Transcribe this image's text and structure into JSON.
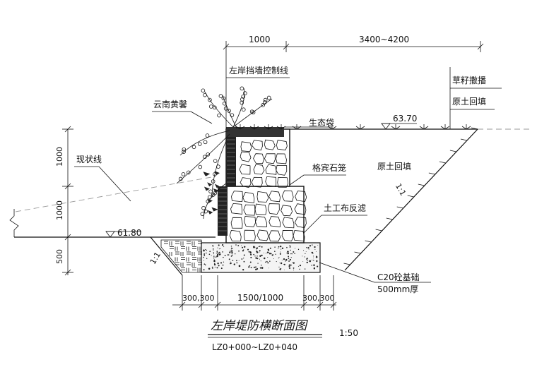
{
  "drawing": {
    "title": "左岸堤防横断面图",
    "scale": "1:50",
    "station_range": "LZ0+000~LZ0+040"
  },
  "dimensions_top": {
    "left": "1000",
    "right": "3400~4200"
  },
  "dimensions_left": {
    "upper": "1000",
    "middle": "1000",
    "lower": "500"
  },
  "dimensions_bottom": {
    "left": "300,300",
    "middle": "1500/1000",
    "right": "300,300"
  },
  "elevations": {
    "top": "63.70",
    "bottom": "61.80"
  },
  "labels": {
    "control_line": "左岸挡墙控制线",
    "plant": "云南黄馨",
    "existing_line": "现状线",
    "eco_bag": "生态袋",
    "gabion": "格宾石笼",
    "geotextile": "土工布反滤",
    "backfill_center": "原土回填",
    "slope_right": "1:1",
    "slope_left": "1:1",
    "foundation_line1": "C20砼基础",
    "foundation_line2": "500mm厚",
    "table_row1": "草籽撒播",
    "table_row2": "原土回填"
  }
}
